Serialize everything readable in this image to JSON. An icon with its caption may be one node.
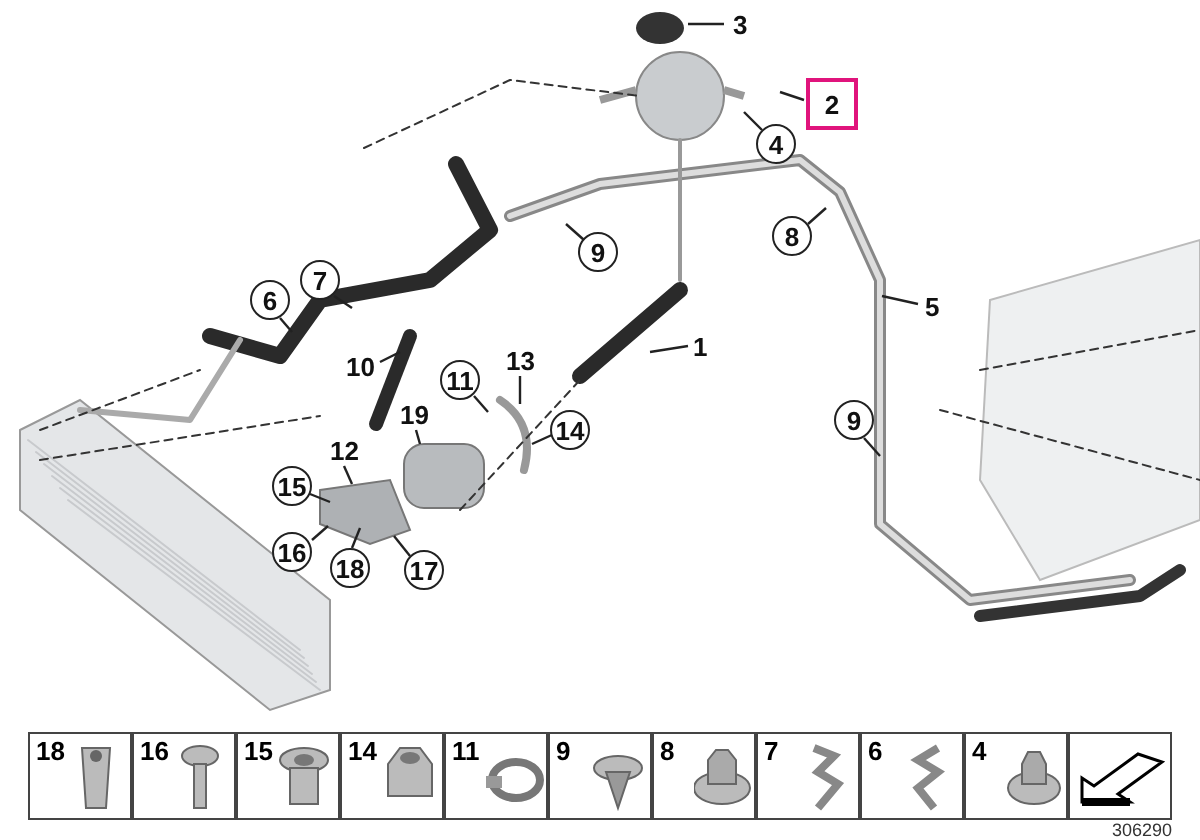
{
  "diagram": {
    "nodes": [
      {
        "text": [
          "3"
        ]
      },
      {
        "text": [
          "2"
        ]
      },
      {
        "text": [
          "4"
        ]
      },
      {
        "text": [
          "8"
        ]
      },
      {
        "text": [
          "9"
        ]
      },
      {
        "text": [
          "7"
        ]
      },
      {
        "text": [
          "6"
        ]
      },
      {
        "text": [
          "5"
        ]
      },
      {
        "text": [
          "1"
        ]
      },
      {
        "text": [
          "10"
        ]
      },
      {
        "text": [
          "11"
        ]
      },
      {
        "text": [
          "13"
        ]
      },
      {
        "text": [
          "19"
        ]
      },
      {
        "text": [
          "14"
        ]
      },
      {
        "text": [
          "9"
        ]
      },
      {
        "text": [
          "12"
        ]
      },
      {
        "text": [
          "15"
        ]
      },
      {
        "text": [
          "16"
        ]
      },
      {
        "text": [
          "18"
        ]
      },
      {
        "text": [
          "17"
        ]
      }
    ],
    "edges": [
      {
        "from": 0,
        "to": null,
        "arrow": "none"
      },
      {
        "from": 1,
        "to": null,
        "arrow": "none"
      },
      {
        "from": 2,
        "to": null,
        "arrow": "none"
      },
      {
        "from": 3,
        "to": null,
        "arrow": "none"
      },
      {
        "from": 4,
        "to": null,
        "arrow": "none"
      },
      {
        "from": 5,
        "to": null,
        "arrow": "none"
      },
      {
        "from": 6,
        "to": null,
        "arrow": "none"
      },
      {
        "from": 7,
        "to": null,
        "arrow": "none"
      },
      {
        "from": 8,
        "to": null,
        "arrow": "none"
      },
      {
        "from": 9,
        "to": null,
        "arrow": "none"
      },
      {
        "from": 10,
        "to": null,
        "arrow": "none"
      },
      {
        "from": 11,
        "to": null,
        "arrow": "none"
      },
      {
        "from": 12,
        "to": null,
        "arrow": "none"
      },
      {
        "from": 13,
        "to": null,
        "arrow": "none"
      },
      {
        "from": 14,
        "to": null,
        "arrow": "none"
      },
      {
        "from": 15,
        "to": null,
        "arrow": "none"
      },
      {
        "from": 16,
        "to": null,
        "arrow": "none"
      },
      {
        "from": 17,
        "to": null,
        "arrow": "none"
      },
      {
        "from": 18,
        "to": null,
        "arrow": "none"
      },
      {
        "from": 19,
        "to": null,
        "arrow": "none"
      }
    ],
    "labels": [
      "18",
      "16",
      "15",
      "14",
      "11",
      "9",
      "8",
      "7",
      "6",
      "4",
      "306290"
    ]
  }
}
